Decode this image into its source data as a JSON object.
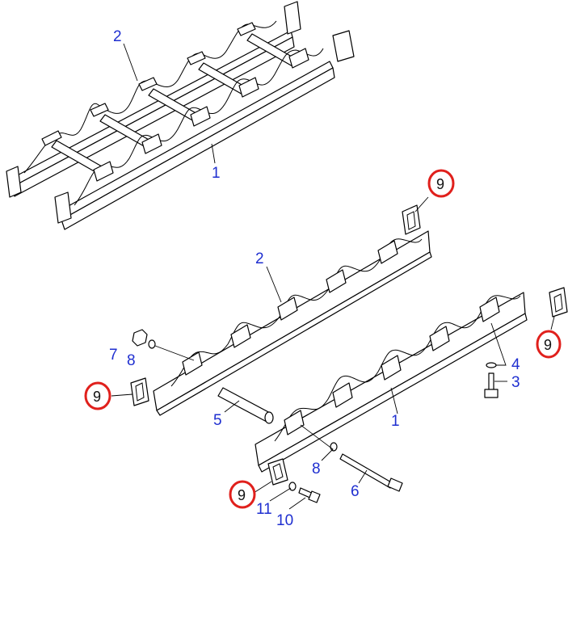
{
  "labels": {
    "l1a": "1",
    "l2a": "2",
    "l9a": "9",
    "l2b": "2",
    "l7": "7",
    "l8a": "8",
    "l9b": "9",
    "l9c": "9",
    "l4": "4",
    "l3": "3",
    "l5": "5",
    "l1b": "1",
    "l8b": "8",
    "l6": "6",
    "l9d": "9",
    "l11": "11",
    "l10": "10"
  },
  "colors": {
    "label": "#1f2fd0",
    "highlight_ring": "#e0201c",
    "line": "#000000",
    "background": "#ffffff"
  }
}
